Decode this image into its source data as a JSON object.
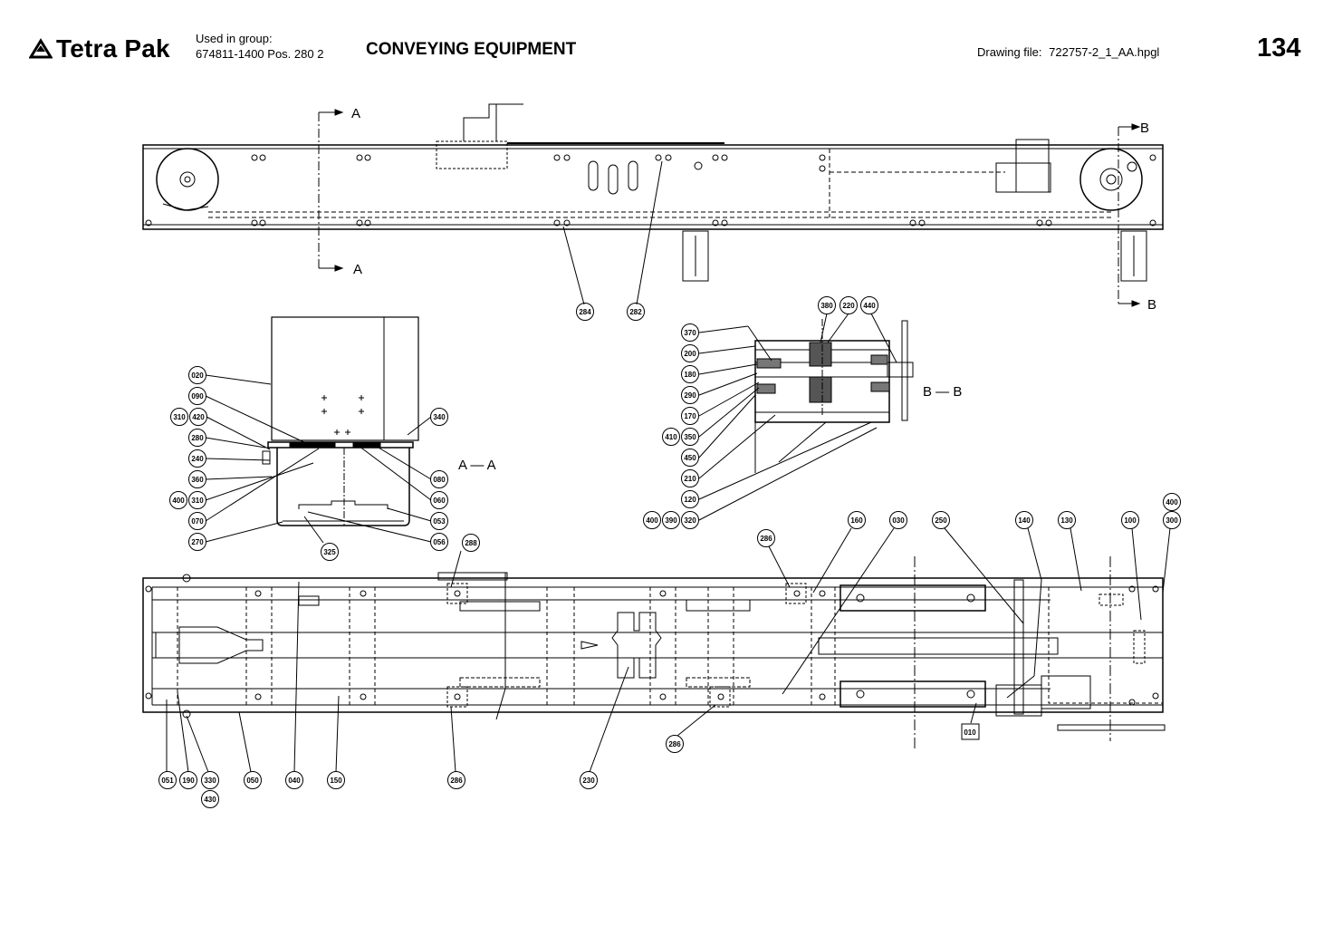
{
  "header": {
    "brand": "Tetra Pak",
    "used_in_group_label": "Used in group:",
    "used_in_group_value": "674811-1400 Pos. 280 2",
    "title": "CONVEYING EQUIPMENT",
    "drawing_file_label": "Drawing file:",
    "drawing_file_value": "722757-2_1_AA.hpgl",
    "page_number": "134"
  },
  "section_labels": {
    "a_top": "A",
    "a_bottom": "A",
    "b_top": "B",
    "b_bottom": "B",
    "view_aa": "A — A",
    "view_bb": "B — B"
  },
  "callouts": {
    "top_view": [
      "284",
      "282"
    ],
    "section_aa": [
      "020",
      "090",
      "310",
      "420",
      "280",
      "240",
      "360",
      "400",
      "310",
      "070",
      "270",
      "325",
      "340",
      "080",
      "060",
      "053",
      "056"
    ],
    "section_bb": [
      "380",
      "220",
      "440",
      "370",
      "200",
      "180",
      "290",
      "170",
      "410",
      "350",
      "450",
      "210",
      "120",
      "400",
      "390",
      "320"
    ],
    "plan_view_top": [
      "288",
      "286",
      "160",
      "030",
      "250",
      "140",
      "130",
      "100",
      "400",
      "300"
    ],
    "plan_view_bottom": [
      "051",
      "190",
      "330",
      "430",
      "050",
      "040",
      "150",
      "286",
      "230",
      "286",
      "010"
    ]
  }
}
